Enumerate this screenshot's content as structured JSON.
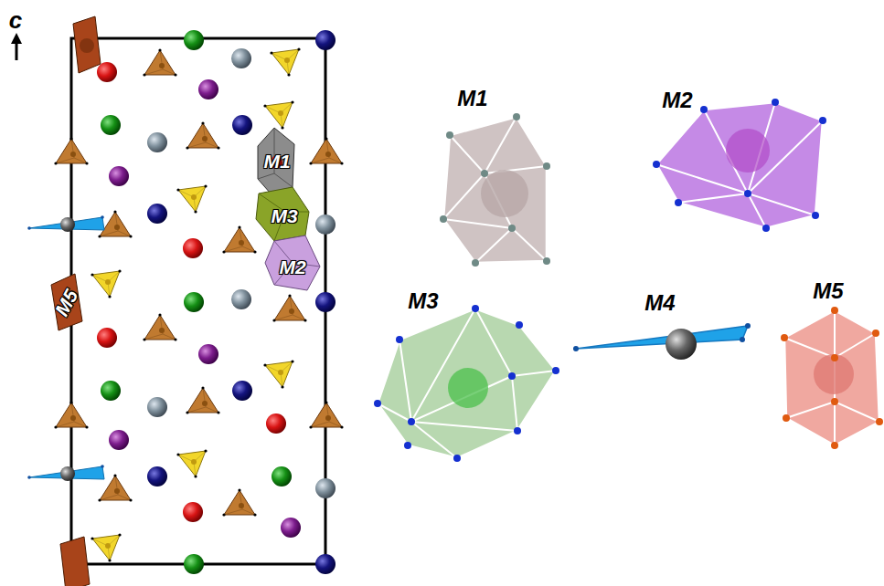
{
  "diagram": {
    "labels": [
      "c",
      "M1",
      "M3",
      "M2",
      "M5",
      "M1",
      "M2",
      "M3",
      "M4",
      "M5"
    ]
  }
}
